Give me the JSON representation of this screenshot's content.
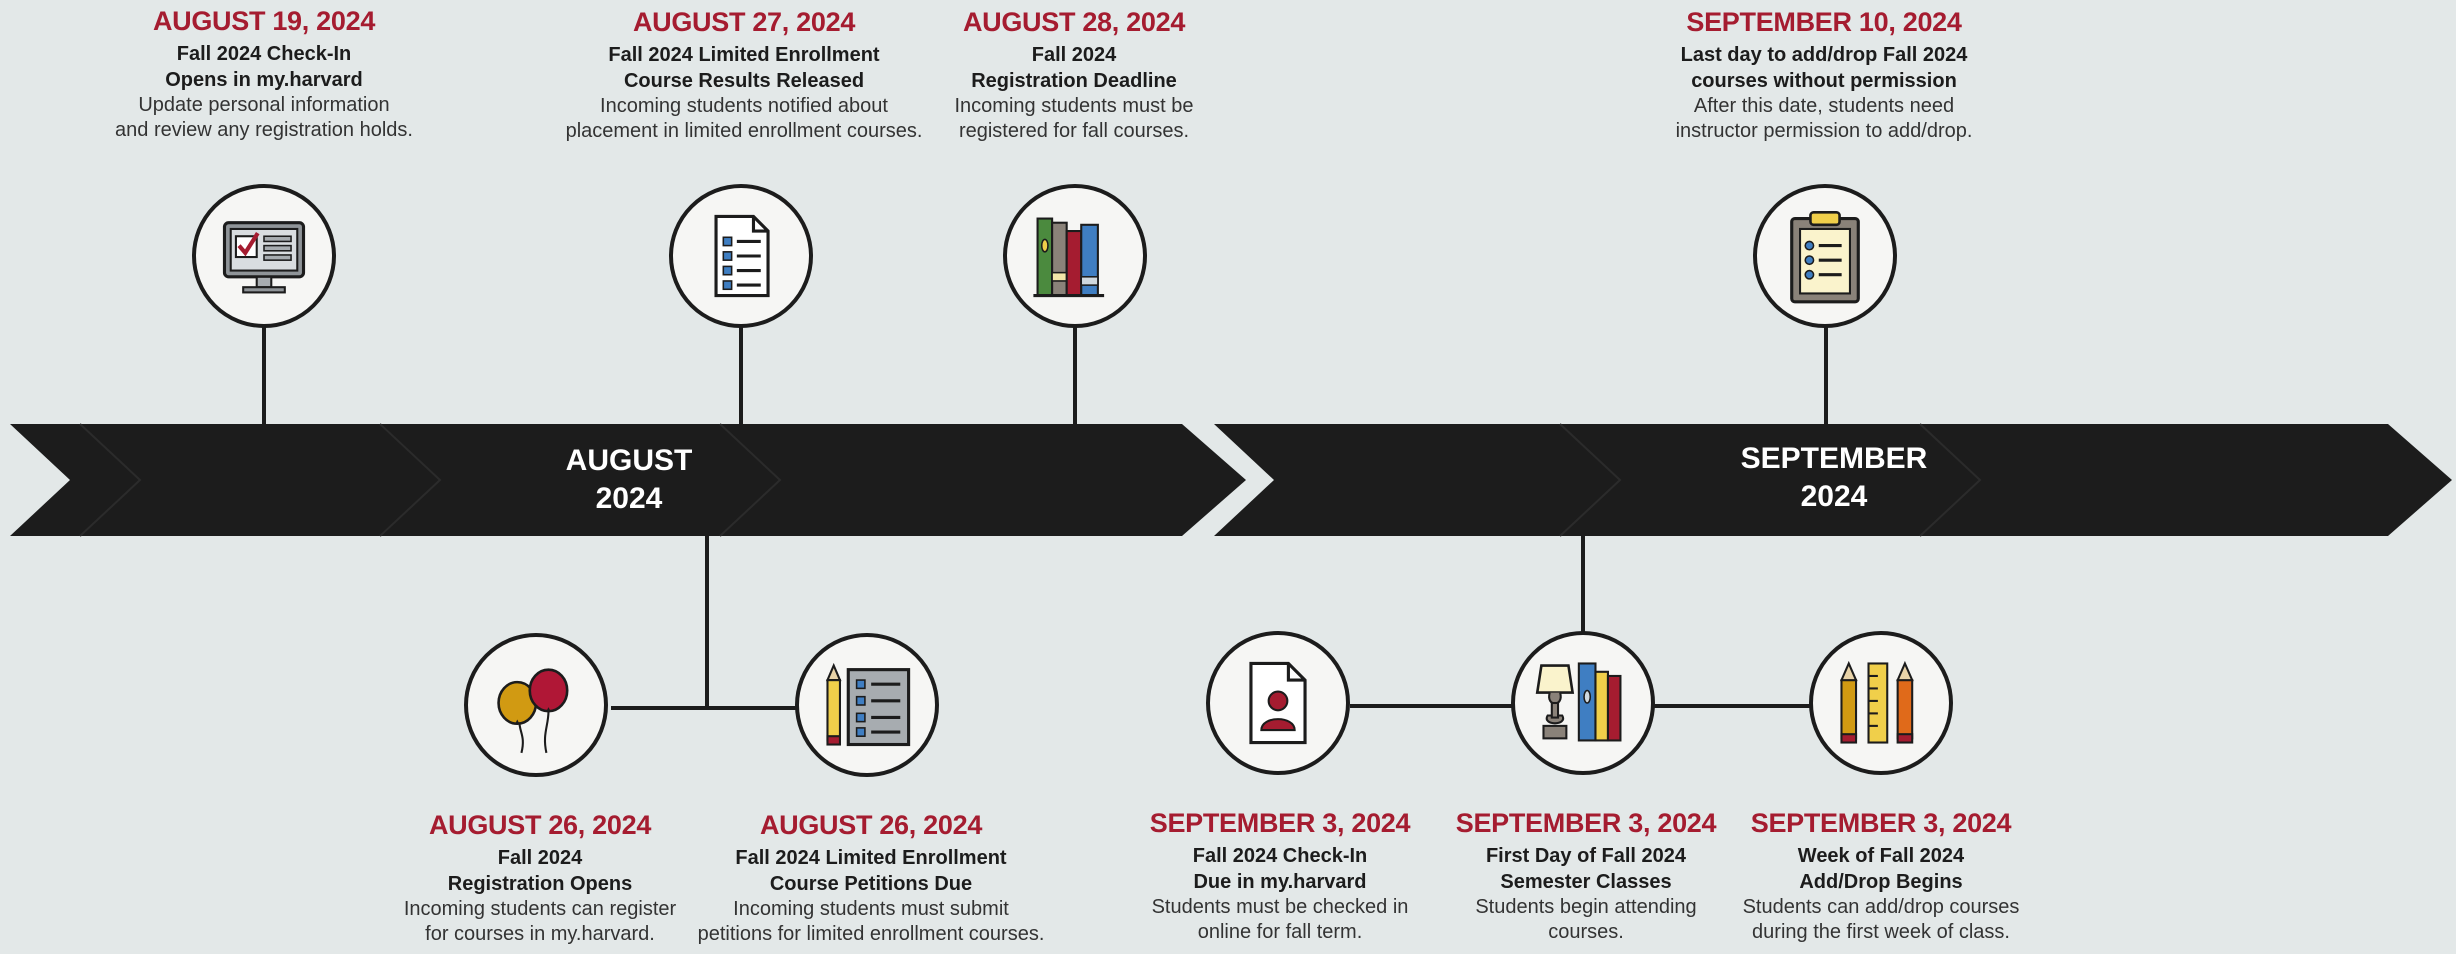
{
  "months": [
    {
      "name": "AUGUST",
      "year": "2024"
    },
    {
      "name": "SEPTEMBER",
      "year": "2024"
    }
  ],
  "events": [
    {
      "date": "AUGUST 19, 2024",
      "title1": "Fall 2024 Check-In",
      "title2": "Opens in my.harvard",
      "desc1": "Update personal information",
      "desc2": "and review any registration holds.",
      "icon": "computer-checkmark-icon"
    },
    {
      "date": "AUGUST 27, 2024",
      "title1": "Fall 2024 Limited Enrollment",
      "title2": "Course Results Released",
      "desc1": "Incoming students notified about",
      "desc2": "placement in limited enrollment courses.",
      "icon": "document-list-icon"
    },
    {
      "date": "AUGUST 28, 2024",
      "title1": "Fall 2024",
      "title2": "Registration Deadline",
      "desc1": "Incoming students must be",
      "desc2": "registered for fall courses.",
      "icon": "books-icon"
    },
    {
      "date": "SEPTEMBER 10, 2024",
      "title1": "Last day to add/drop Fall 2024",
      "title2": "courses without permission",
      "desc1": "After this date, students need",
      "desc2": "instructor permission to add/drop.",
      "icon": "clipboard-checklist-icon"
    },
    {
      "date": "AUGUST 26, 2024",
      "title1": "Fall 2024",
      "title2": "Registration Opens",
      "desc1": "Incoming students can register",
      "desc2": "for courses in my.harvard.",
      "icon": "balloons-icon"
    },
    {
      "date": "AUGUST 26, 2024",
      "title1": "Fall 2024 Limited Enrollment",
      "title2": "Course Petitions Due",
      "desc1": "Incoming students must submit",
      "desc2": "petitions for limited enrollment courses.",
      "icon": "pencil-list-icon"
    },
    {
      "date": "SEPTEMBER 3, 2024",
      "title1": "Fall 2024 Check-In",
      "title2": "Due in my.harvard",
      "desc1": "Students must be checked in",
      "desc2": "online for fall term.",
      "icon": "profile-document-icon"
    },
    {
      "date": "SEPTEMBER 3, 2024",
      "title1": "First Day of Fall 2024",
      "title2": "Semester Classes",
      "desc1": "Students begin attending",
      "desc2": "courses.",
      "icon": "lamp-books-icon"
    },
    {
      "date": "SEPTEMBER 3, 2024",
      "title1": "Week of Fall 2024",
      "title2": "Add/Drop Begins",
      "desc1": "Students can add/drop courses",
      "desc2": "during the first week of class.",
      "icon": "pencils-ruler-icon"
    }
  ],
  "colors": {
    "background": "#e3e8e8",
    "arrow": "#1c1c1c",
    "accent": "#a51c30",
    "yellow": "#f0cf4a",
    "blue": "#3f7ec2",
    "green": "#4b8a3e",
    "gray": "#8a8279"
  }
}
